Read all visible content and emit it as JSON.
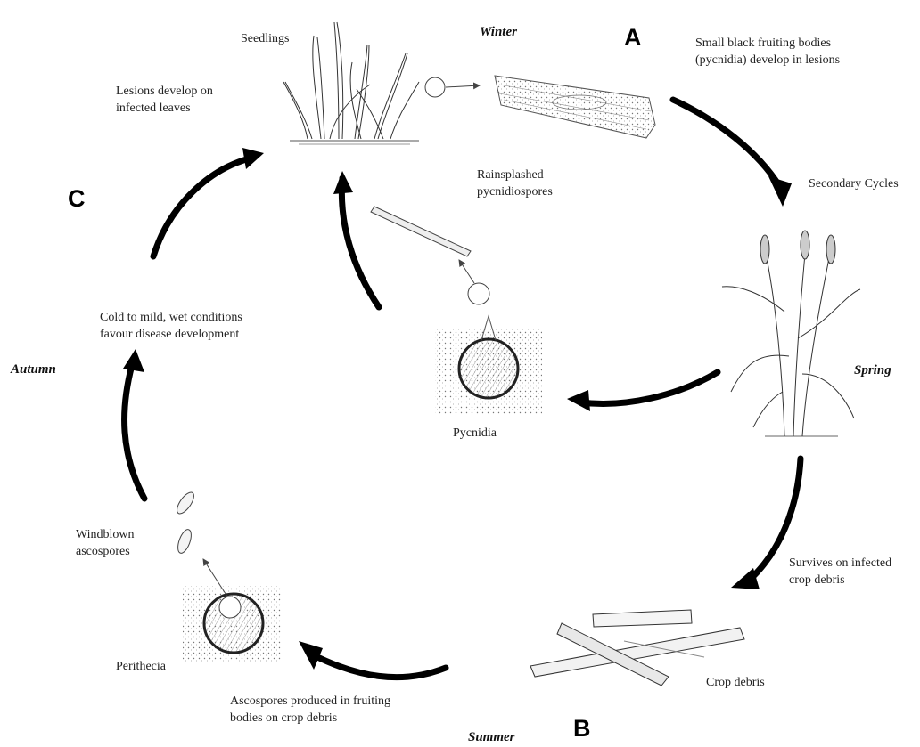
{
  "letters": {
    "a": "A",
    "b": "B",
    "c": "C"
  },
  "seasons": {
    "winter": "Winter",
    "spring": "Spring",
    "summer": "Summer",
    "autumn": "Autumn"
  },
  "labels": {
    "seedlings": "Seedlings",
    "lesions_line1": "Lesions develop on",
    "lesions_line2": "infected leaves",
    "fruiting_line1": "Small black fruiting bodies",
    "fruiting_line2": "(pycnidia) develop in lesions",
    "secondary_cycles": "Secondary Cycles",
    "rainsplashed_line1": "Rainsplashed",
    "rainsplashed_line2": "pycnidiospores",
    "cold_line1": "Cold to mild, wet conditions",
    "cold_line2": "favour disease development",
    "pycnidia": "Pycnidia",
    "survives_line1": "Survives on infected",
    "survives_line2": "crop debris",
    "crop_debris": "Crop debris",
    "windblown_line1": "Windblown",
    "windblown_line2": "ascospores",
    "perithecia": "Perithecia",
    "ascospores_line1": "Ascospores produced in fruiting",
    "ascospores_line2": "bodies on crop debris"
  },
  "colors": {
    "arrow": "#000000",
    "ink": "#333333",
    "stipple": "#666666"
  }
}
